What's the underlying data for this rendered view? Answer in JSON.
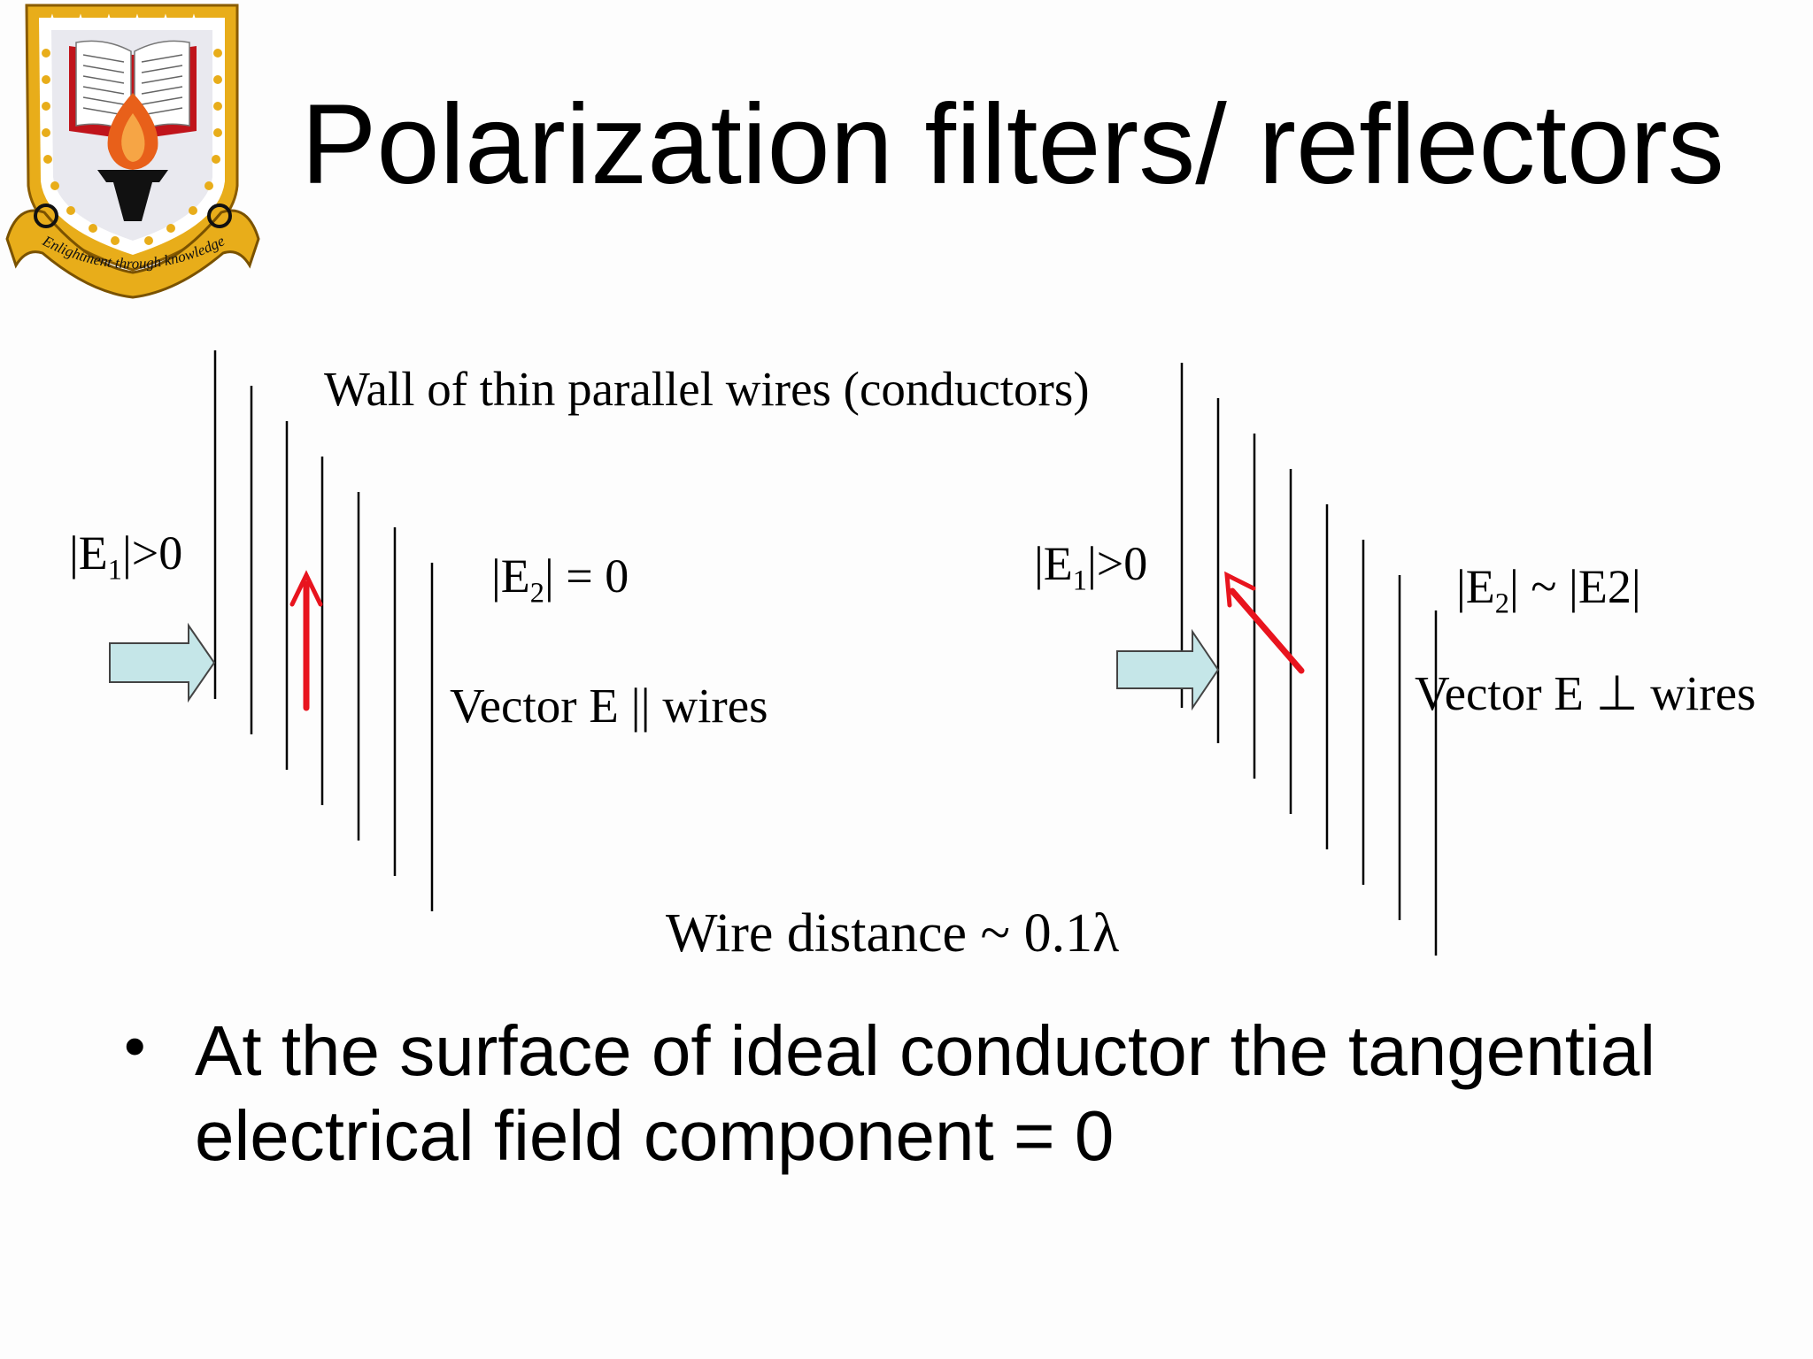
{
  "slide": {
    "title": "Polarization filters/ reflectors",
    "logo": {
      "motto": "Enlightment through knowledge",
      "colors": {
        "gold": "#e8ad1a",
        "red": "#c0141b",
        "flame": "#e8601a",
        "black": "#111111"
      }
    }
  },
  "diagram": {
    "wall_label": "Wall of thin parallel wires (conductors)",
    "wire_distance": "Wire distance ~ 0.1λ",
    "left": {
      "e1_prefix": "|E",
      "e1_sub": "1",
      "e1_suffix": "|>0",
      "e2_prefix": "|E",
      "e2_sub": "2",
      "e2_suffix": "| = 0",
      "vector_label": "Vector E || wires"
    },
    "right": {
      "e1_prefix": "|E",
      "e1_sub": "1",
      "e1_suffix": "|>0",
      "e2_prefix": "|E",
      "e2_sub": "2",
      "e2_suffix": "| ~ |E2|",
      "vector_label": "Vector E ⊥ wires"
    },
    "colors": {
      "wave_arrow_fill": "#c5e6e8",
      "field_arrow": "#e8141e",
      "wire": "#000000"
    }
  },
  "bullets": [
    "At the surface of ideal conductor the tangential electrical field component = 0"
  ]
}
